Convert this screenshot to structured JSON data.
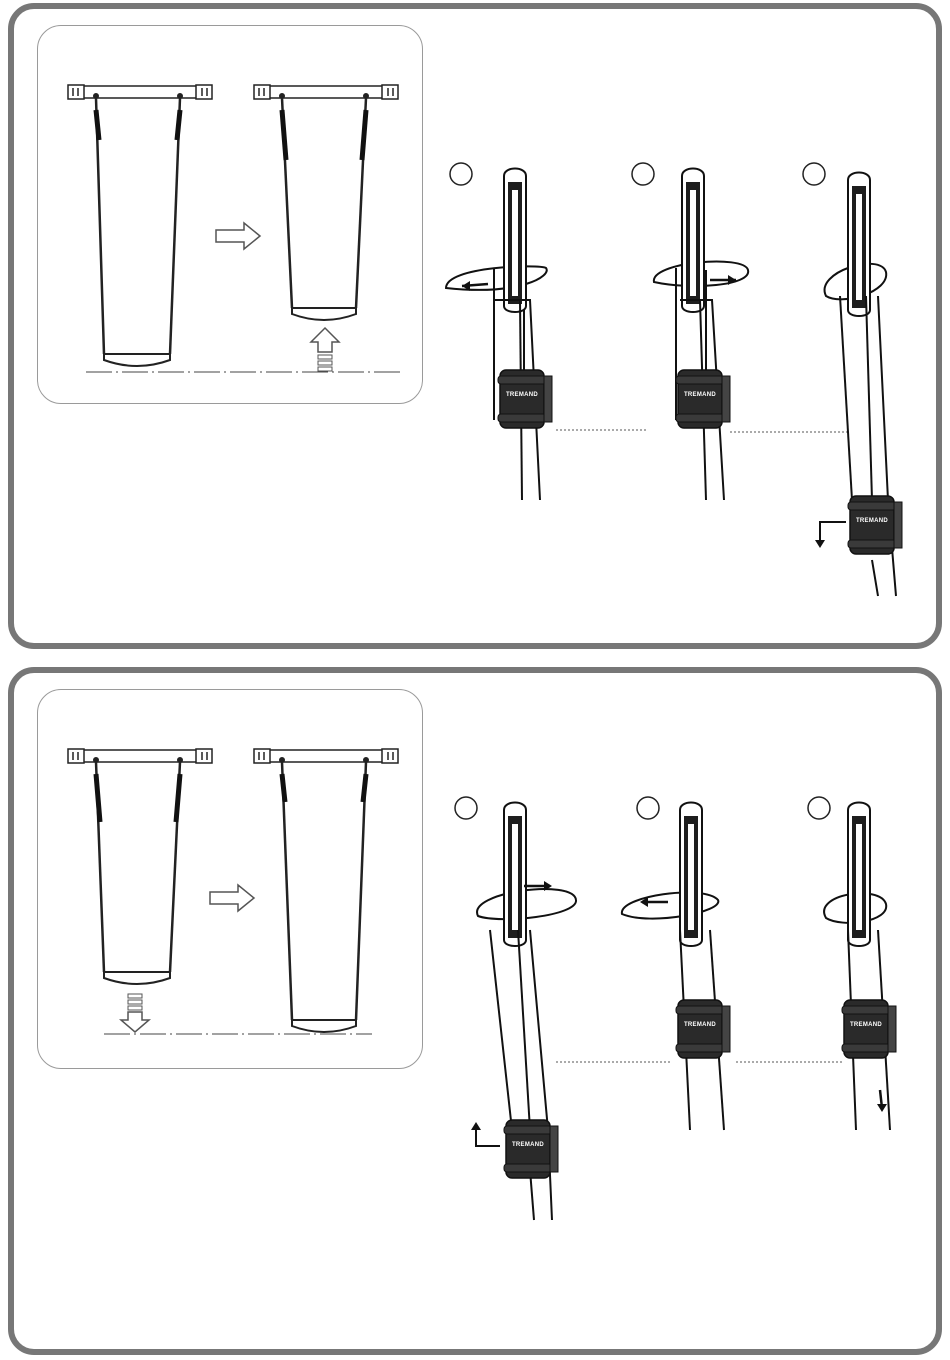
{
  "brand_label": "TREMAND",
  "colors": {
    "frame": "#777777",
    "inset_border": "#9a9a9a",
    "ink": "#222222"
  },
  "panels": [
    {
      "id": "raise-seat",
      "steps": [
        {
          "label": "",
          "direction": "left"
        },
        {
          "label": "",
          "direction": "right"
        },
        {
          "label": "",
          "direction": "down"
        }
      ]
    },
    {
      "id": "lower-seat",
      "steps": [
        {
          "label": "",
          "direction": "right"
        },
        {
          "label": "",
          "direction": "left"
        },
        {
          "label": "",
          "direction": "down"
        }
      ]
    }
  ]
}
